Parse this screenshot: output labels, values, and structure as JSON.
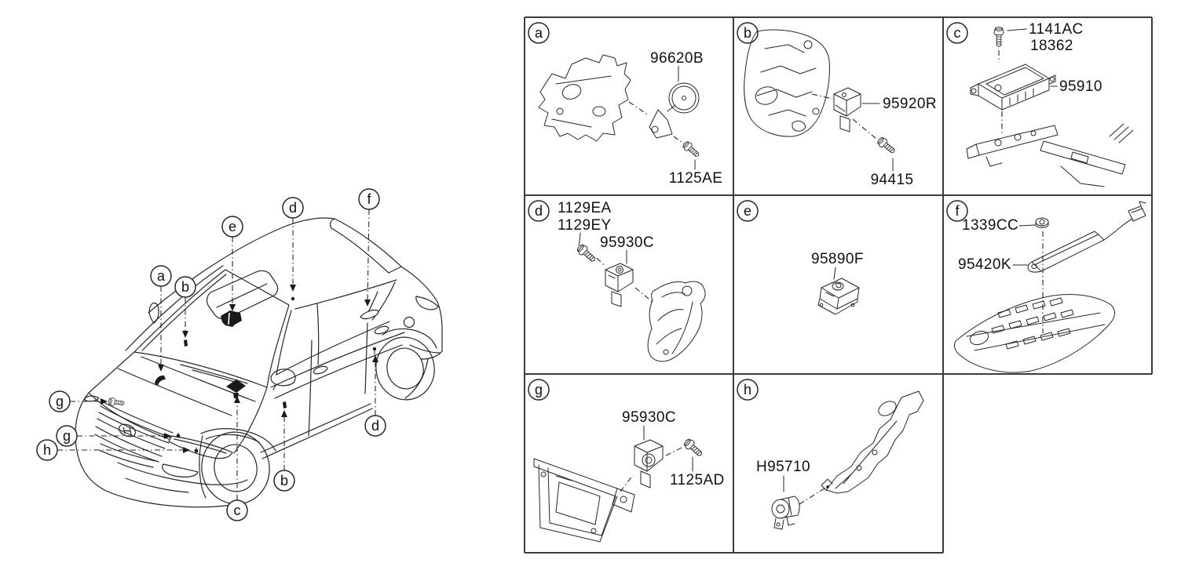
{
  "colors": {
    "line": "#262626",
    "text": "#111111",
    "background": "#ffffff"
  },
  "vehicle": {
    "callouts": [
      {
        "letter": "a"
      },
      {
        "letter": "b"
      },
      {
        "letter": "e"
      },
      {
        "letter": "d"
      },
      {
        "letter": "f"
      },
      {
        "letter": "g"
      },
      {
        "letter": "g"
      },
      {
        "letter": "h"
      },
      {
        "letter": "c"
      },
      {
        "letter": "b"
      },
      {
        "letter": "d"
      }
    ]
  },
  "panels": [
    {
      "badge": "a",
      "parts": [
        {
          "code": "96620B"
        },
        {
          "code": "1125AE"
        }
      ]
    },
    {
      "badge": "b",
      "parts": [
        {
          "code": "95920R"
        },
        {
          "code": "94415"
        }
      ]
    },
    {
      "badge": "c",
      "parts": [
        {
          "code": "1141AC"
        },
        {
          "code": "18362"
        },
        {
          "code": "95910"
        }
      ]
    },
    {
      "badge": "d",
      "parts": [
        {
          "code": "1129EA"
        },
        {
          "code": "1129EY"
        },
        {
          "code": "95930C"
        }
      ]
    },
    {
      "badge": "e",
      "parts": [
        {
          "code": "95890F"
        }
      ]
    },
    {
      "badge": "f",
      "parts": [
        {
          "code": "1339CC"
        },
        {
          "code": "95420K"
        }
      ]
    },
    {
      "badge": "g",
      "parts": [
        {
          "code": "95930C"
        },
        {
          "code": "1125AD"
        }
      ]
    },
    {
      "badge": "h",
      "parts": [
        {
          "code": "H95710"
        }
      ]
    }
  ]
}
